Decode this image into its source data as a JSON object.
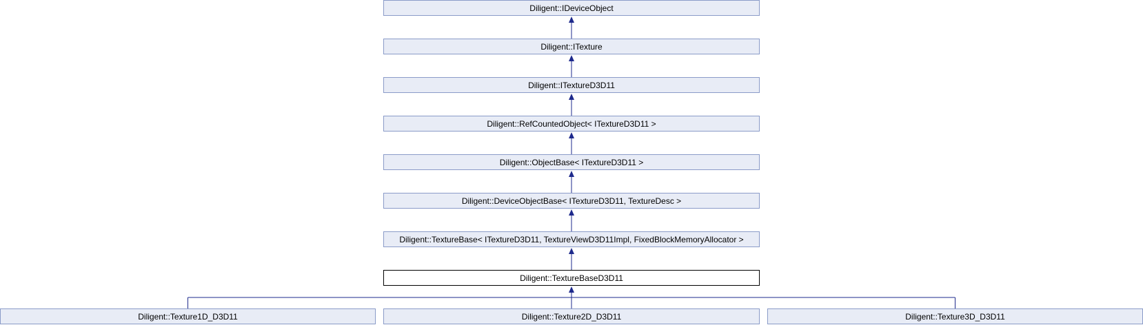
{
  "diagram": {
    "colors": {
      "node_fill": "#e8ecf6",
      "node_border": "#8a9bc8",
      "current_fill": "#ffffff",
      "current_border": "#000000",
      "edge": "#1e2a8c"
    },
    "nodes": [
      {
        "id": "n0",
        "label": "Diligent::IDeviceObject",
        "current": false
      },
      {
        "id": "n1",
        "label": "Diligent::ITexture",
        "current": false
      },
      {
        "id": "n2",
        "label": "Diligent::ITextureD3D11",
        "current": false
      },
      {
        "id": "n3",
        "label": "Diligent::RefCountedObject< ITextureD3D11 >",
        "current": false
      },
      {
        "id": "n4",
        "label": "Diligent::ObjectBase< ITextureD3D11 >",
        "current": false
      },
      {
        "id": "n5",
        "label": "Diligent::DeviceObjectBase< ITextureD3D11, TextureDesc >",
        "current": false
      },
      {
        "id": "n6",
        "label": "Diligent::TextureBase< ITextureD3D11, TextureViewD3D11Impl, FixedBlockMemoryAllocator >",
        "current": false
      },
      {
        "id": "n7",
        "label": "Diligent::TextureBaseD3D11",
        "current": true
      },
      {
        "id": "n8",
        "label": "Diligent::Texture1D_D3D11",
        "current": false
      },
      {
        "id": "n9",
        "label": "Diligent::Texture2D_D3D11",
        "current": false
      },
      {
        "id": "n10",
        "label": "Diligent::Texture3D_D3D11",
        "current": false
      }
    ],
    "edges": [
      {
        "from": "n1",
        "to": "n0"
      },
      {
        "from": "n2",
        "to": "n1"
      },
      {
        "from": "n3",
        "to": "n2"
      },
      {
        "from": "n4",
        "to": "n3"
      },
      {
        "from": "n5",
        "to": "n4"
      },
      {
        "from": "n6",
        "to": "n5"
      },
      {
        "from": "n7",
        "to": "n6"
      },
      {
        "from": "n8",
        "to": "n7"
      },
      {
        "from": "n9",
        "to": "n7"
      },
      {
        "from": "n10",
        "to": "n7"
      }
    ]
  }
}
